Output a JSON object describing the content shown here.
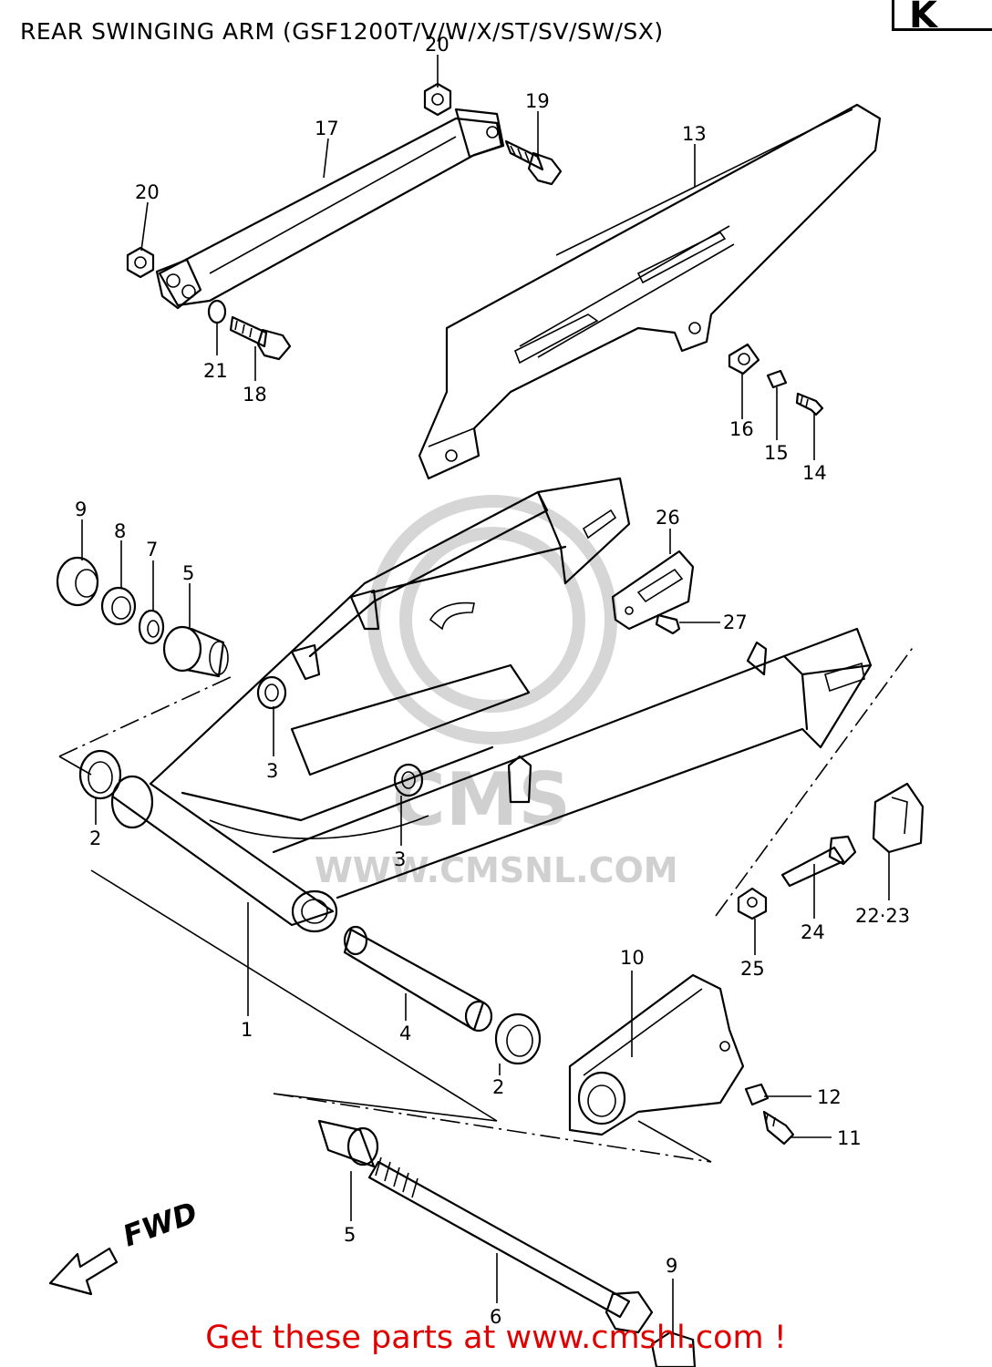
{
  "title": "REAR SWINGING ARM (GSF1200T/V/W/X/ST/SV/SW/SX)",
  "corner_code": "K",
  "footer": "Get these parts at www.cmshl.com !",
  "watermark": {
    "logo_text": "CMS",
    "url_text": "WWW.CMSNL.COM"
  },
  "fwd_label": "FWD",
  "callouts": {
    "p1": "1",
    "p2a": "2",
    "p2b": "2",
    "p3a": "3",
    "p3b": "3",
    "p4": "4",
    "p5a": "5",
    "p5b": "5",
    "p6": "6",
    "p7": "7",
    "p8": "8",
    "p9a": "9",
    "p9b": "9",
    "p10": "10",
    "p11": "11",
    "p12": "12",
    "p13": "13",
    "p14": "14",
    "p15": "15",
    "p16": "16",
    "p17": "17",
    "p18": "18",
    "p19": "19",
    "p20a": "20",
    "p20b": "20",
    "p21": "21",
    "p22_23": "22·23",
    "p24": "24",
    "p25": "25",
    "p26": "26",
    "p27": "27"
  }
}
